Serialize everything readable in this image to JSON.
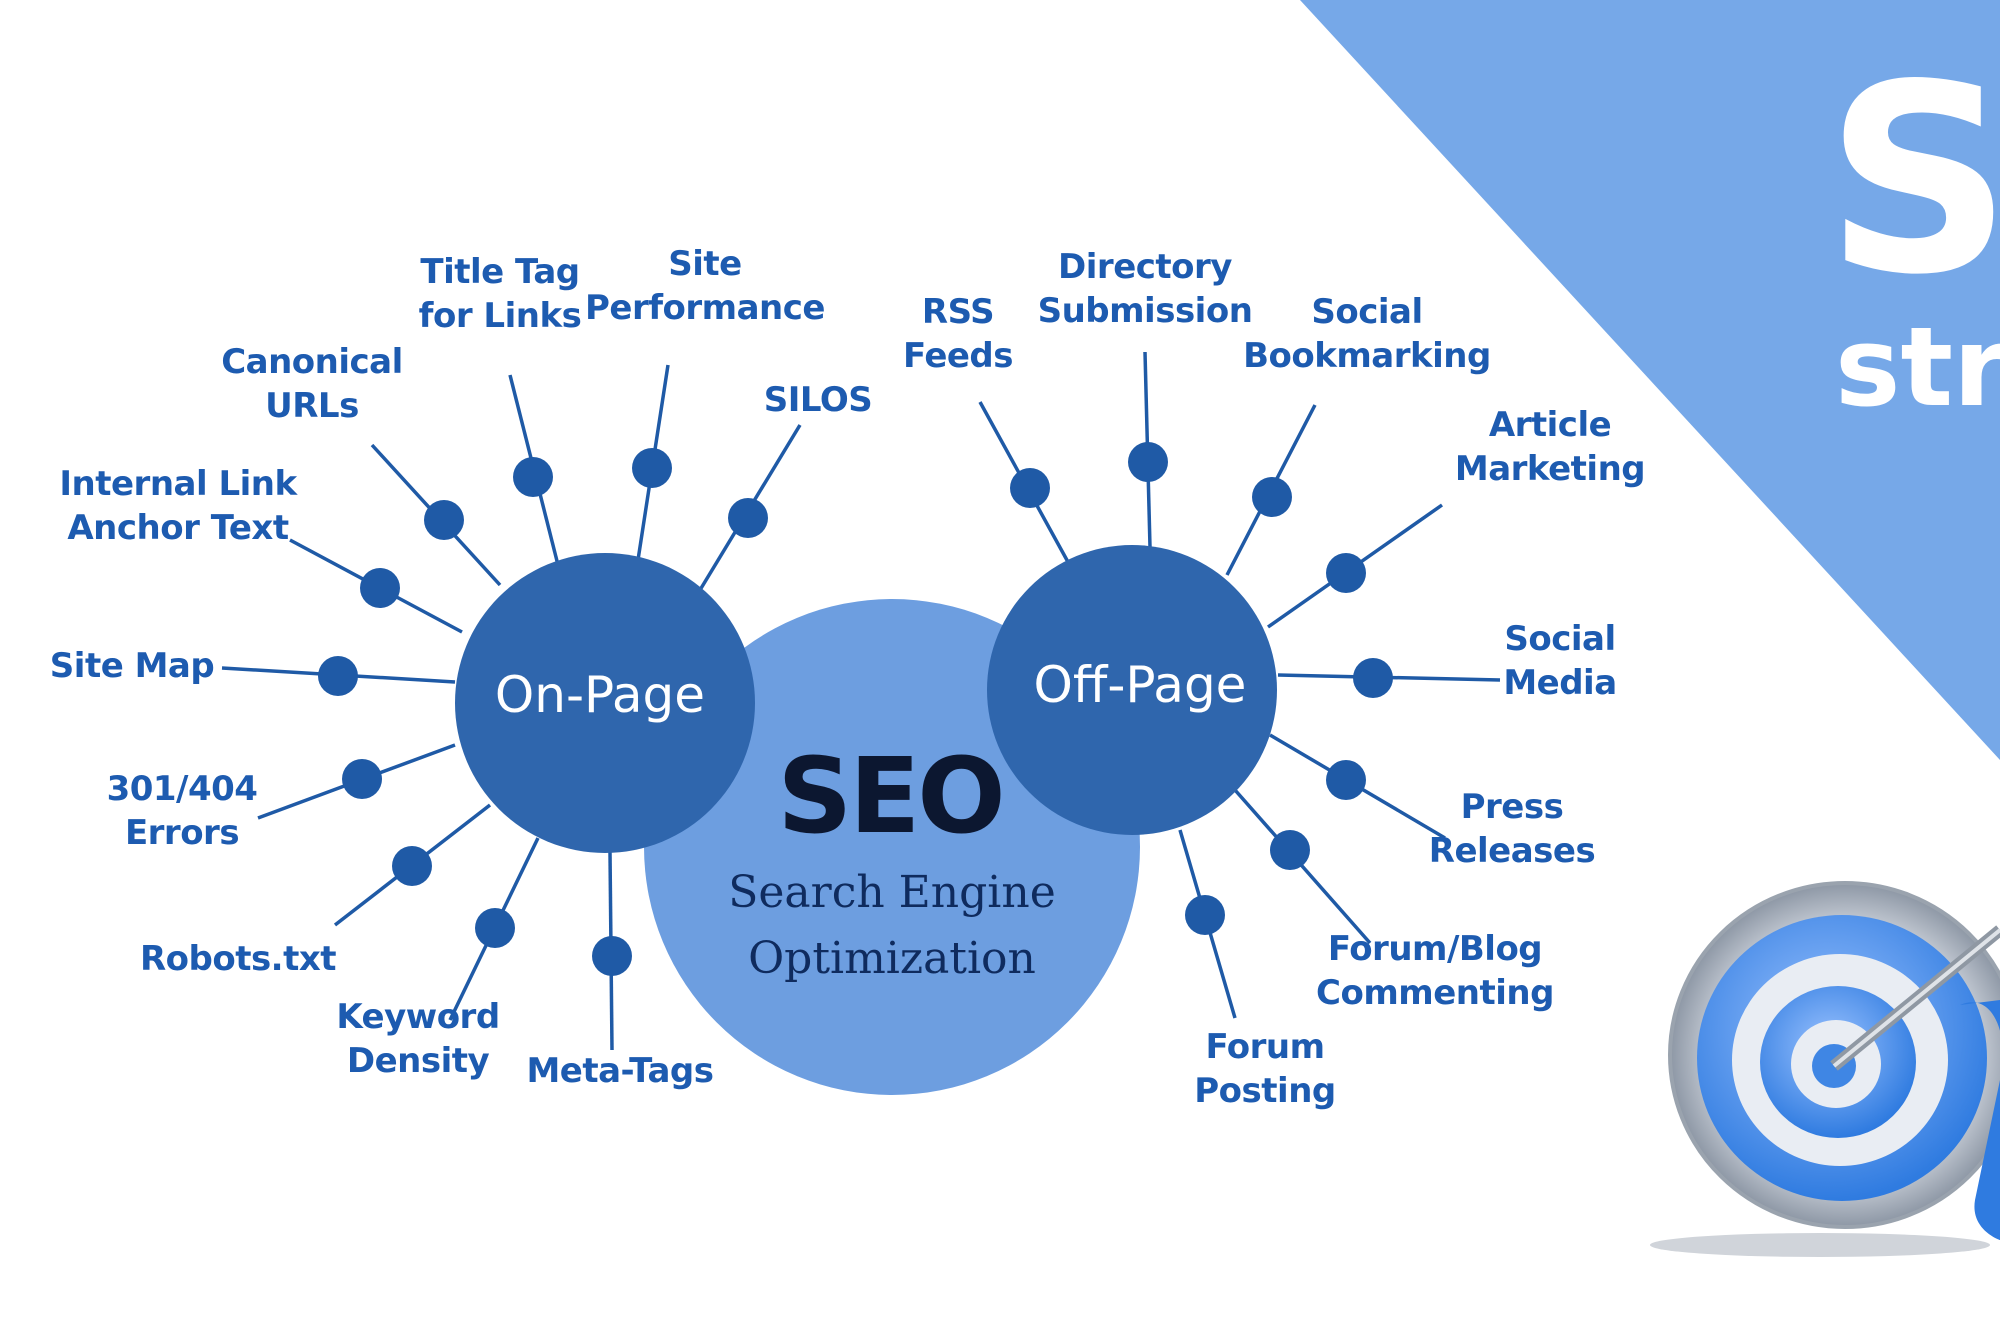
{
  "colors": {
    "hub": "#2f66ad",
    "core": "#6d9ee0",
    "spoke": "#1f5aa6",
    "label": "#1d5bb0",
    "banner": "#76a8e8"
  },
  "center": {
    "title": "SEO",
    "subtitle_line1": "Search Engine",
    "subtitle_line2": "Optimization"
  },
  "on_page": {
    "hub_label": "On-Page",
    "items": [
      "Title Tag|for Links",
      "Site|Performance",
      "Canonical|URLs",
      "SILOS",
      "Internal Link|Anchor Text",
      "Site Map",
      "301/404|Errors",
      "Robots.txt",
      "Keyword|Density",
      "Meta-Tags"
    ]
  },
  "off_page": {
    "hub_label": "Off-Page",
    "items": [
      "RSS|Feeds",
      "Directory|Submission",
      "Social|Bookmarking",
      "Article|Marketing",
      "Social|Media",
      "Press|Releases",
      "Forum/Blog|Commenting",
      "Forum|Posting"
    ]
  },
  "banner": {
    "big_letter": "S",
    "sub_text": "str"
  },
  "icons": {
    "target": "target-dartboard-icon"
  }
}
